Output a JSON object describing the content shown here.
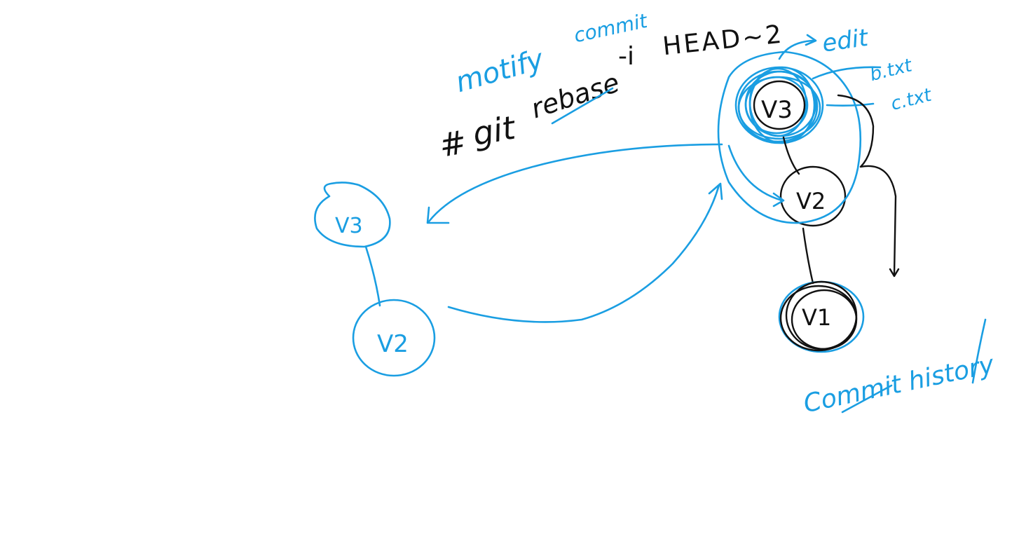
{
  "colors": {
    "ink_blue": "#1a9ee2",
    "ink_black": "#111111",
    "background": "#ffffff"
  },
  "annotations": {
    "motify": "motify",
    "commit": "commit",
    "command_hash": "#",
    "command_git": "git",
    "command_rebase": "rebase",
    "command_flag": "-i",
    "command_head": "HEAD~2",
    "edit": "edit",
    "b_txt": "b.txt",
    "c_txt": "c.txt",
    "commit_history": "Commit history"
  },
  "nodes": {
    "left_v3": "V3",
    "left_v2": "V2",
    "right_v3": "V3",
    "right_v2": "V2",
    "right_v1": "V1"
  }
}
